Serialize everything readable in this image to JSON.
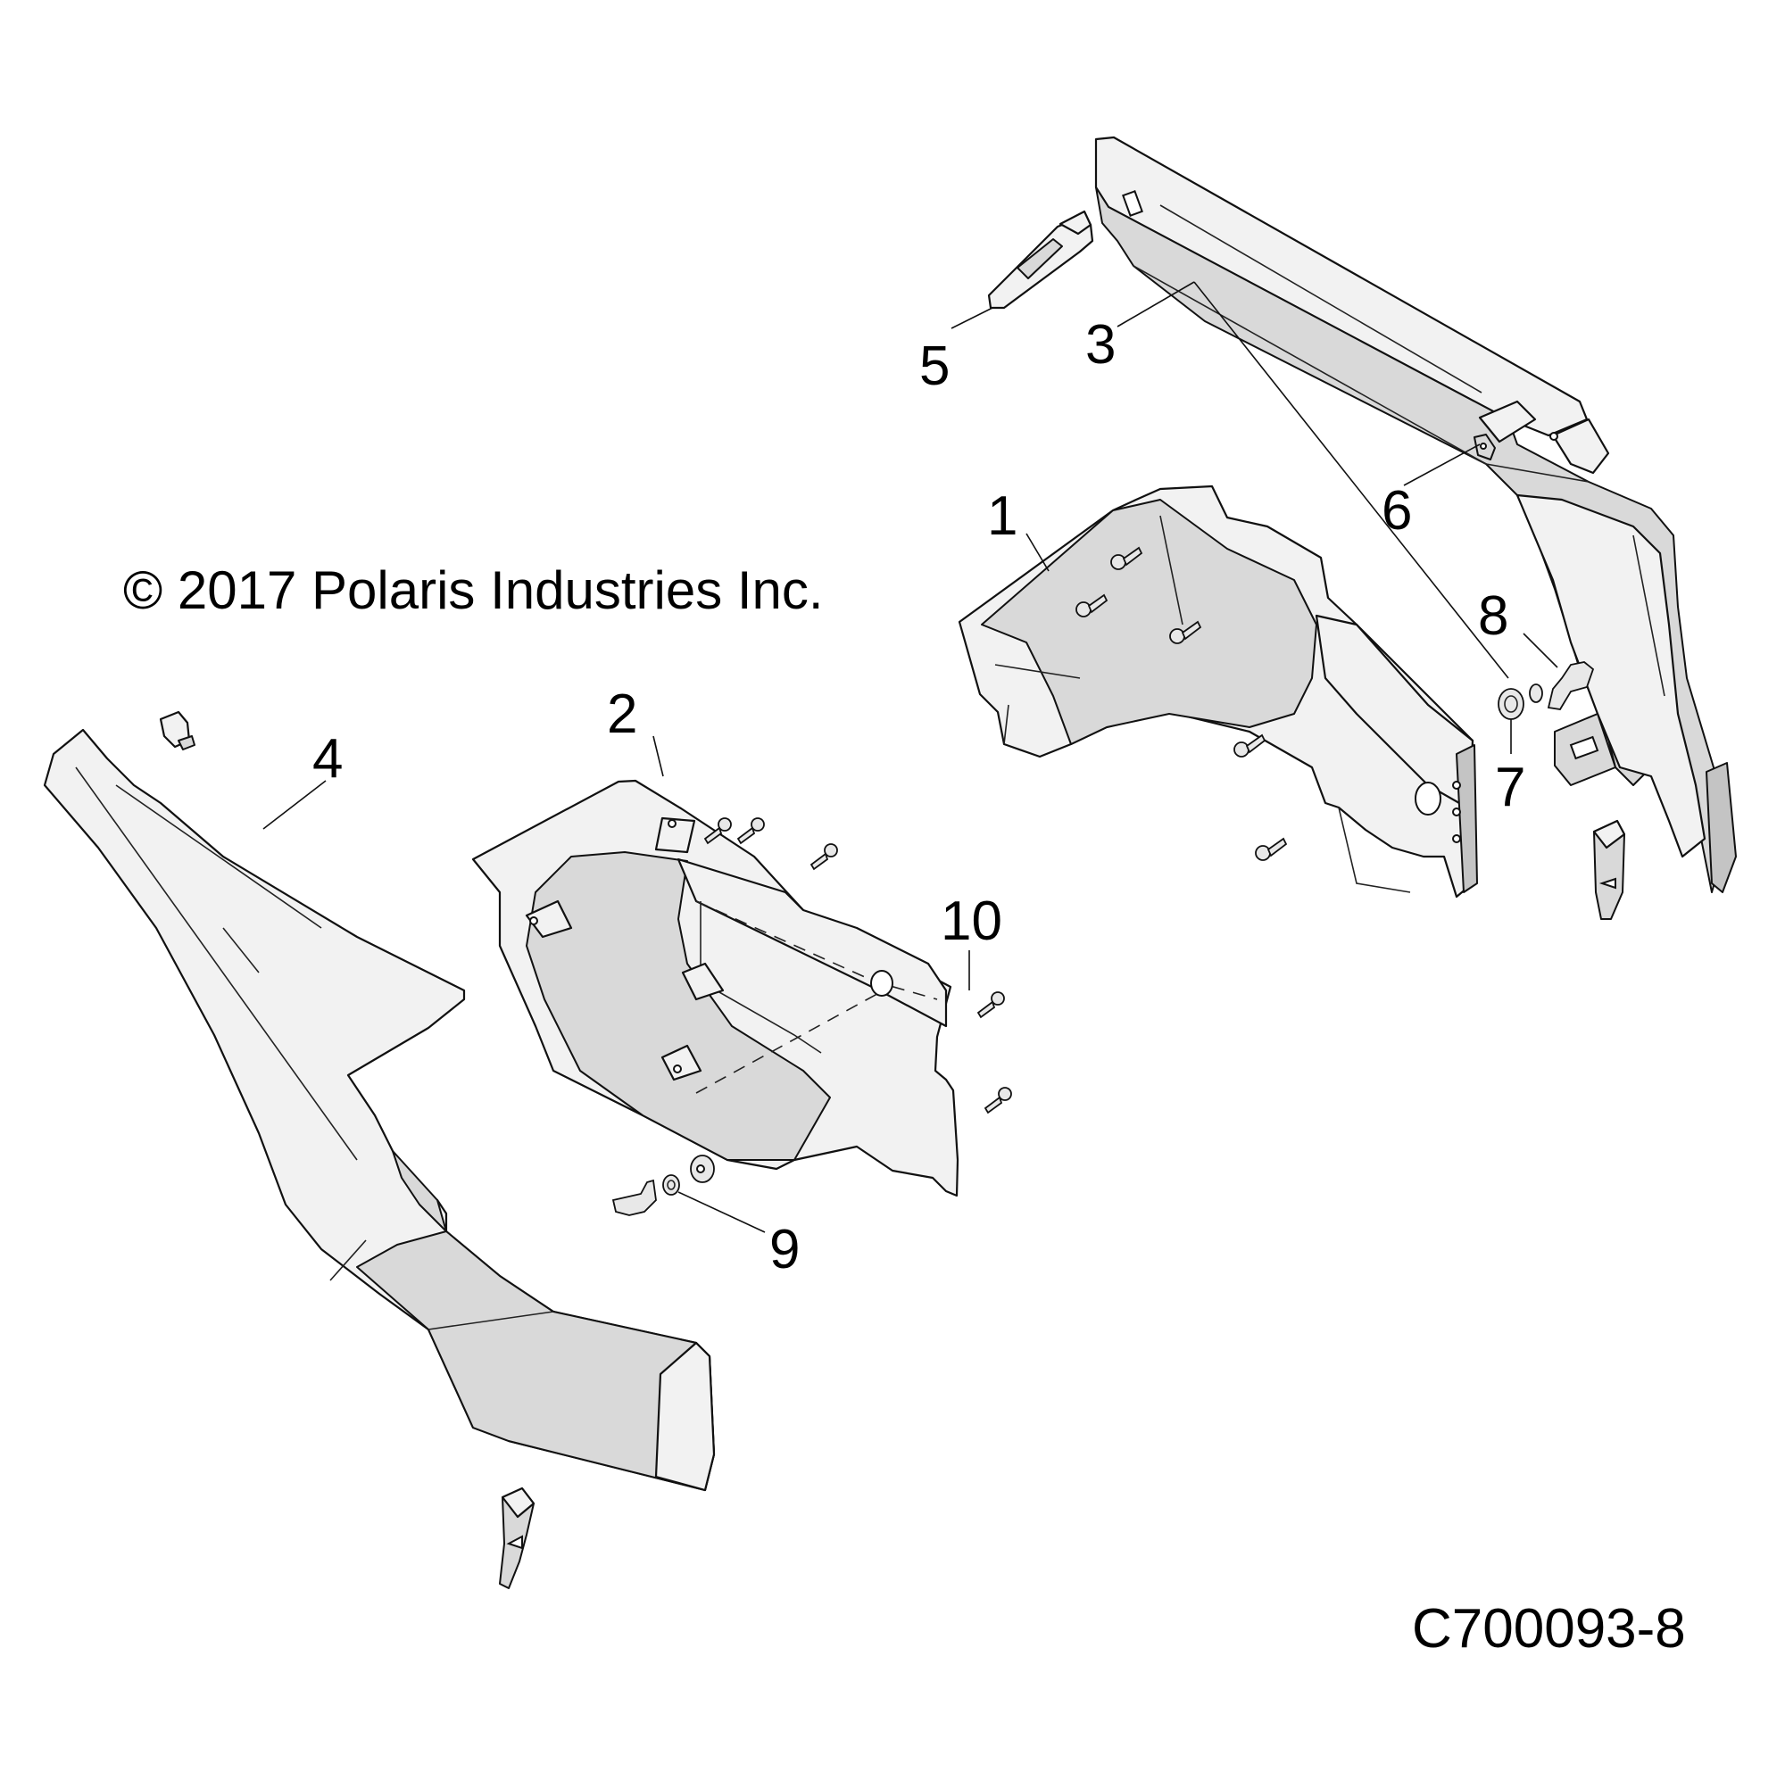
{
  "diagram": {
    "type": "exploded-parts-diagram",
    "copyright": "© 2017 Polaris Industries Inc.",
    "drawing_code": "C700093-8",
    "callouts": [
      {
        "number": "1",
        "part": "inner-panel-right"
      },
      {
        "number": "2",
        "part": "inner-panel-left"
      },
      {
        "number": "3",
        "part": "side-panel-right"
      },
      {
        "number": "4",
        "part": "side-panel-left"
      },
      {
        "number": "5",
        "part": "latch-handle"
      },
      {
        "number": "6",
        "part": "clip"
      },
      {
        "number": "7",
        "part": "grommet"
      },
      {
        "number": "8",
        "part": "quarter-turn-fastener"
      },
      {
        "number": "9",
        "part": "washer"
      },
      {
        "number": "10",
        "part": "screw"
      }
    ]
  }
}
